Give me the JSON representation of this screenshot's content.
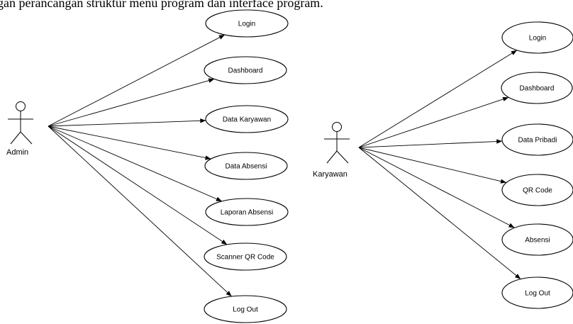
{
  "heading_text": "gan perancangan struktur menu program dan interface program.",
  "actors": [
    {
      "id": "admin",
      "label": "Admin",
      "use_cases": [
        "Login",
        "Dashboard",
        "Data Karyawan",
        "Data Absensi",
        "Laporan Absensi",
        "Scanner QR Code",
        "Log Out"
      ]
    },
    {
      "id": "karyawan",
      "label": "Karyawan",
      "use_cases": [
        "Login",
        "Dashboard",
        "Data Pribadi",
        "QR Code",
        "Absensi",
        "Log Out"
      ]
    }
  ]
}
